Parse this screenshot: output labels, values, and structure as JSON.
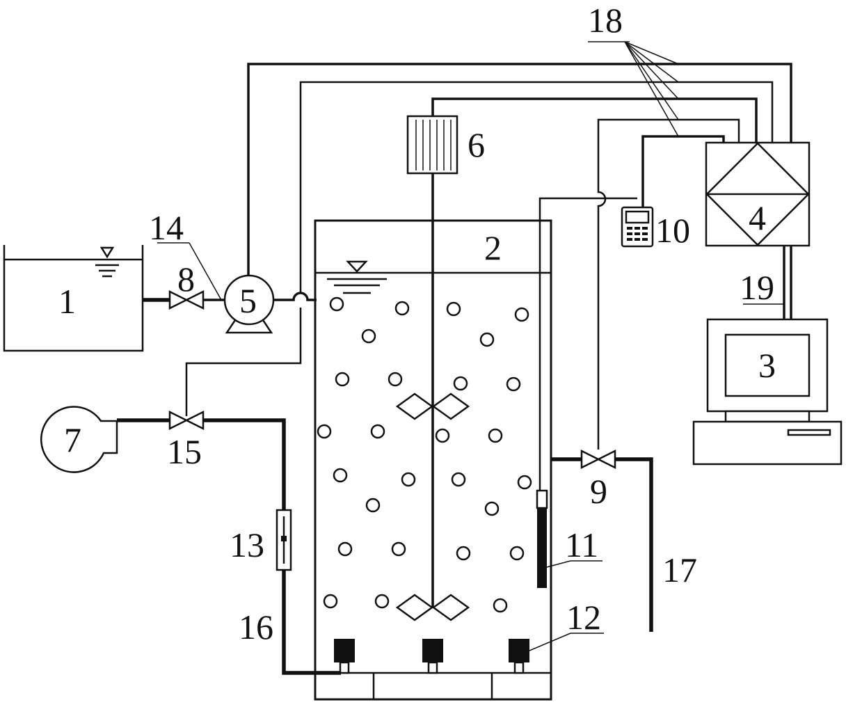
{
  "labels": {
    "n1": "1",
    "n2": "2",
    "n3": "3",
    "n4": "4",
    "n5": "5",
    "n6": "6",
    "n7": "7",
    "n8": "8",
    "n9": "9",
    "n10": "10",
    "n11": "11",
    "n12": "12",
    "n13": "13",
    "n14": "14",
    "n15": "15",
    "n16": "16",
    "n17": "17",
    "n18": "18",
    "n19": "19"
  }
}
